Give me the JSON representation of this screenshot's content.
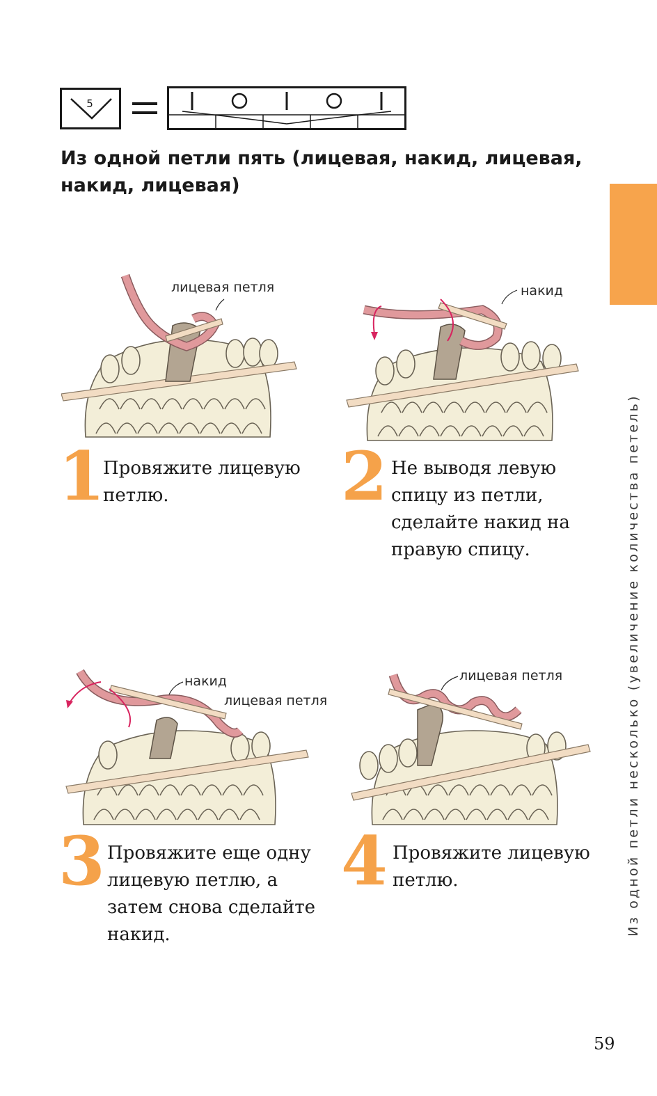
{
  "symbol": {
    "count_label": "5"
  },
  "title": "Из одной петли пять (лицевая, накид, лицевая, накид, лицевая)",
  "side_text": "Из одной петли несколько (увеличение количества петель)",
  "labels": {
    "fig1_knit": "лицевая петля",
    "fig2_yarnover": "накид",
    "fig3_yarnover": "накид",
    "fig3_knit": "лицевая петля",
    "fig4_knit": "лицевая петля"
  },
  "steps": [
    {
      "number": "1",
      "text": "Провяжите лицевую петлю."
    },
    {
      "number": "2",
      "text": "Не выводя левую спицу из петли, сделайте накид на правую спицу."
    },
    {
      "number": "3",
      "text": "Провяжите еще одну лицевую петлю, а затем снова сделайте накид."
    },
    {
      "number": "4",
      "text": "Провяжите лицевую петлю."
    }
  ],
  "page_number": "59",
  "colors": {
    "accent_orange": "#f7a44c",
    "step_number": "#f5a24a",
    "yarn_pink": "#e0999c",
    "yarn_cream": "#f3eed8",
    "yarn_gray": "#b3a592",
    "needle": "#f2dcc3",
    "arrow_magenta": "#d8245f"
  },
  "icons": [
    "chevron-down-icon",
    "arrow-down-icon",
    "arrow-curved-icon"
  ]
}
